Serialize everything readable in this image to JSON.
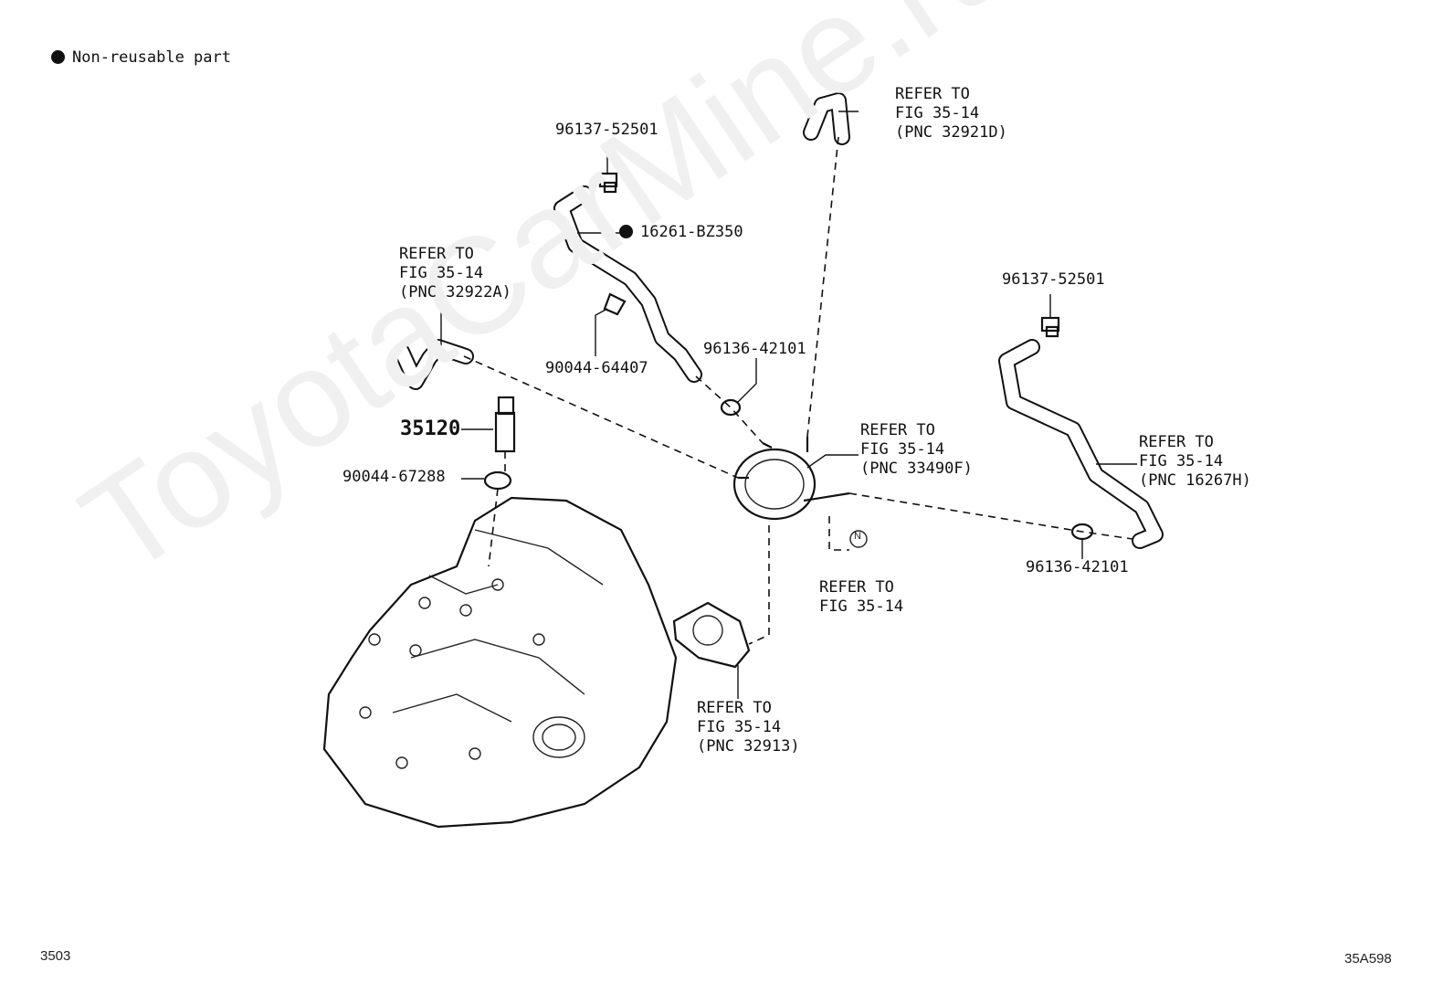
{
  "watermark": "ToyotaCarMine.ru",
  "legend": {
    "icon": "filled-circle",
    "text": "Non-reusable part"
  },
  "footer": {
    "left_code": "3503",
    "right_code": "35A598"
  },
  "labels": {
    "clip_top": "96137-52501",
    "hose_main": "16261-BZ350",
    "clamp_mid": "90044-64407",
    "clamp_small": "96136-42101",
    "refer_left": "REFER TO\nFIG 35-14\n(PNC 32922A)",
    "refer_top": "REFER TO\nFIG 35-14\n(PNC 32921D)",
    "part_35120": "35120",
    "clamp_67288": "90044-67288",
    "refer_cooler": "REFER TO\nFIG 35-14\n(PNC 33490F)",
    "clip_right": "96137-52501",
    "refer_right": "REFER TO\nFIG 35-14\n(PNC 16267H)",
    "clamp_right": "96136-42101",
    "refer_n": "REFER TO\nFIG 35-14",
    "refer_gasket": "REFER TO\nFIG 35-14\n(PNC 32913)",
    "n_marker": "N"
  }
}
